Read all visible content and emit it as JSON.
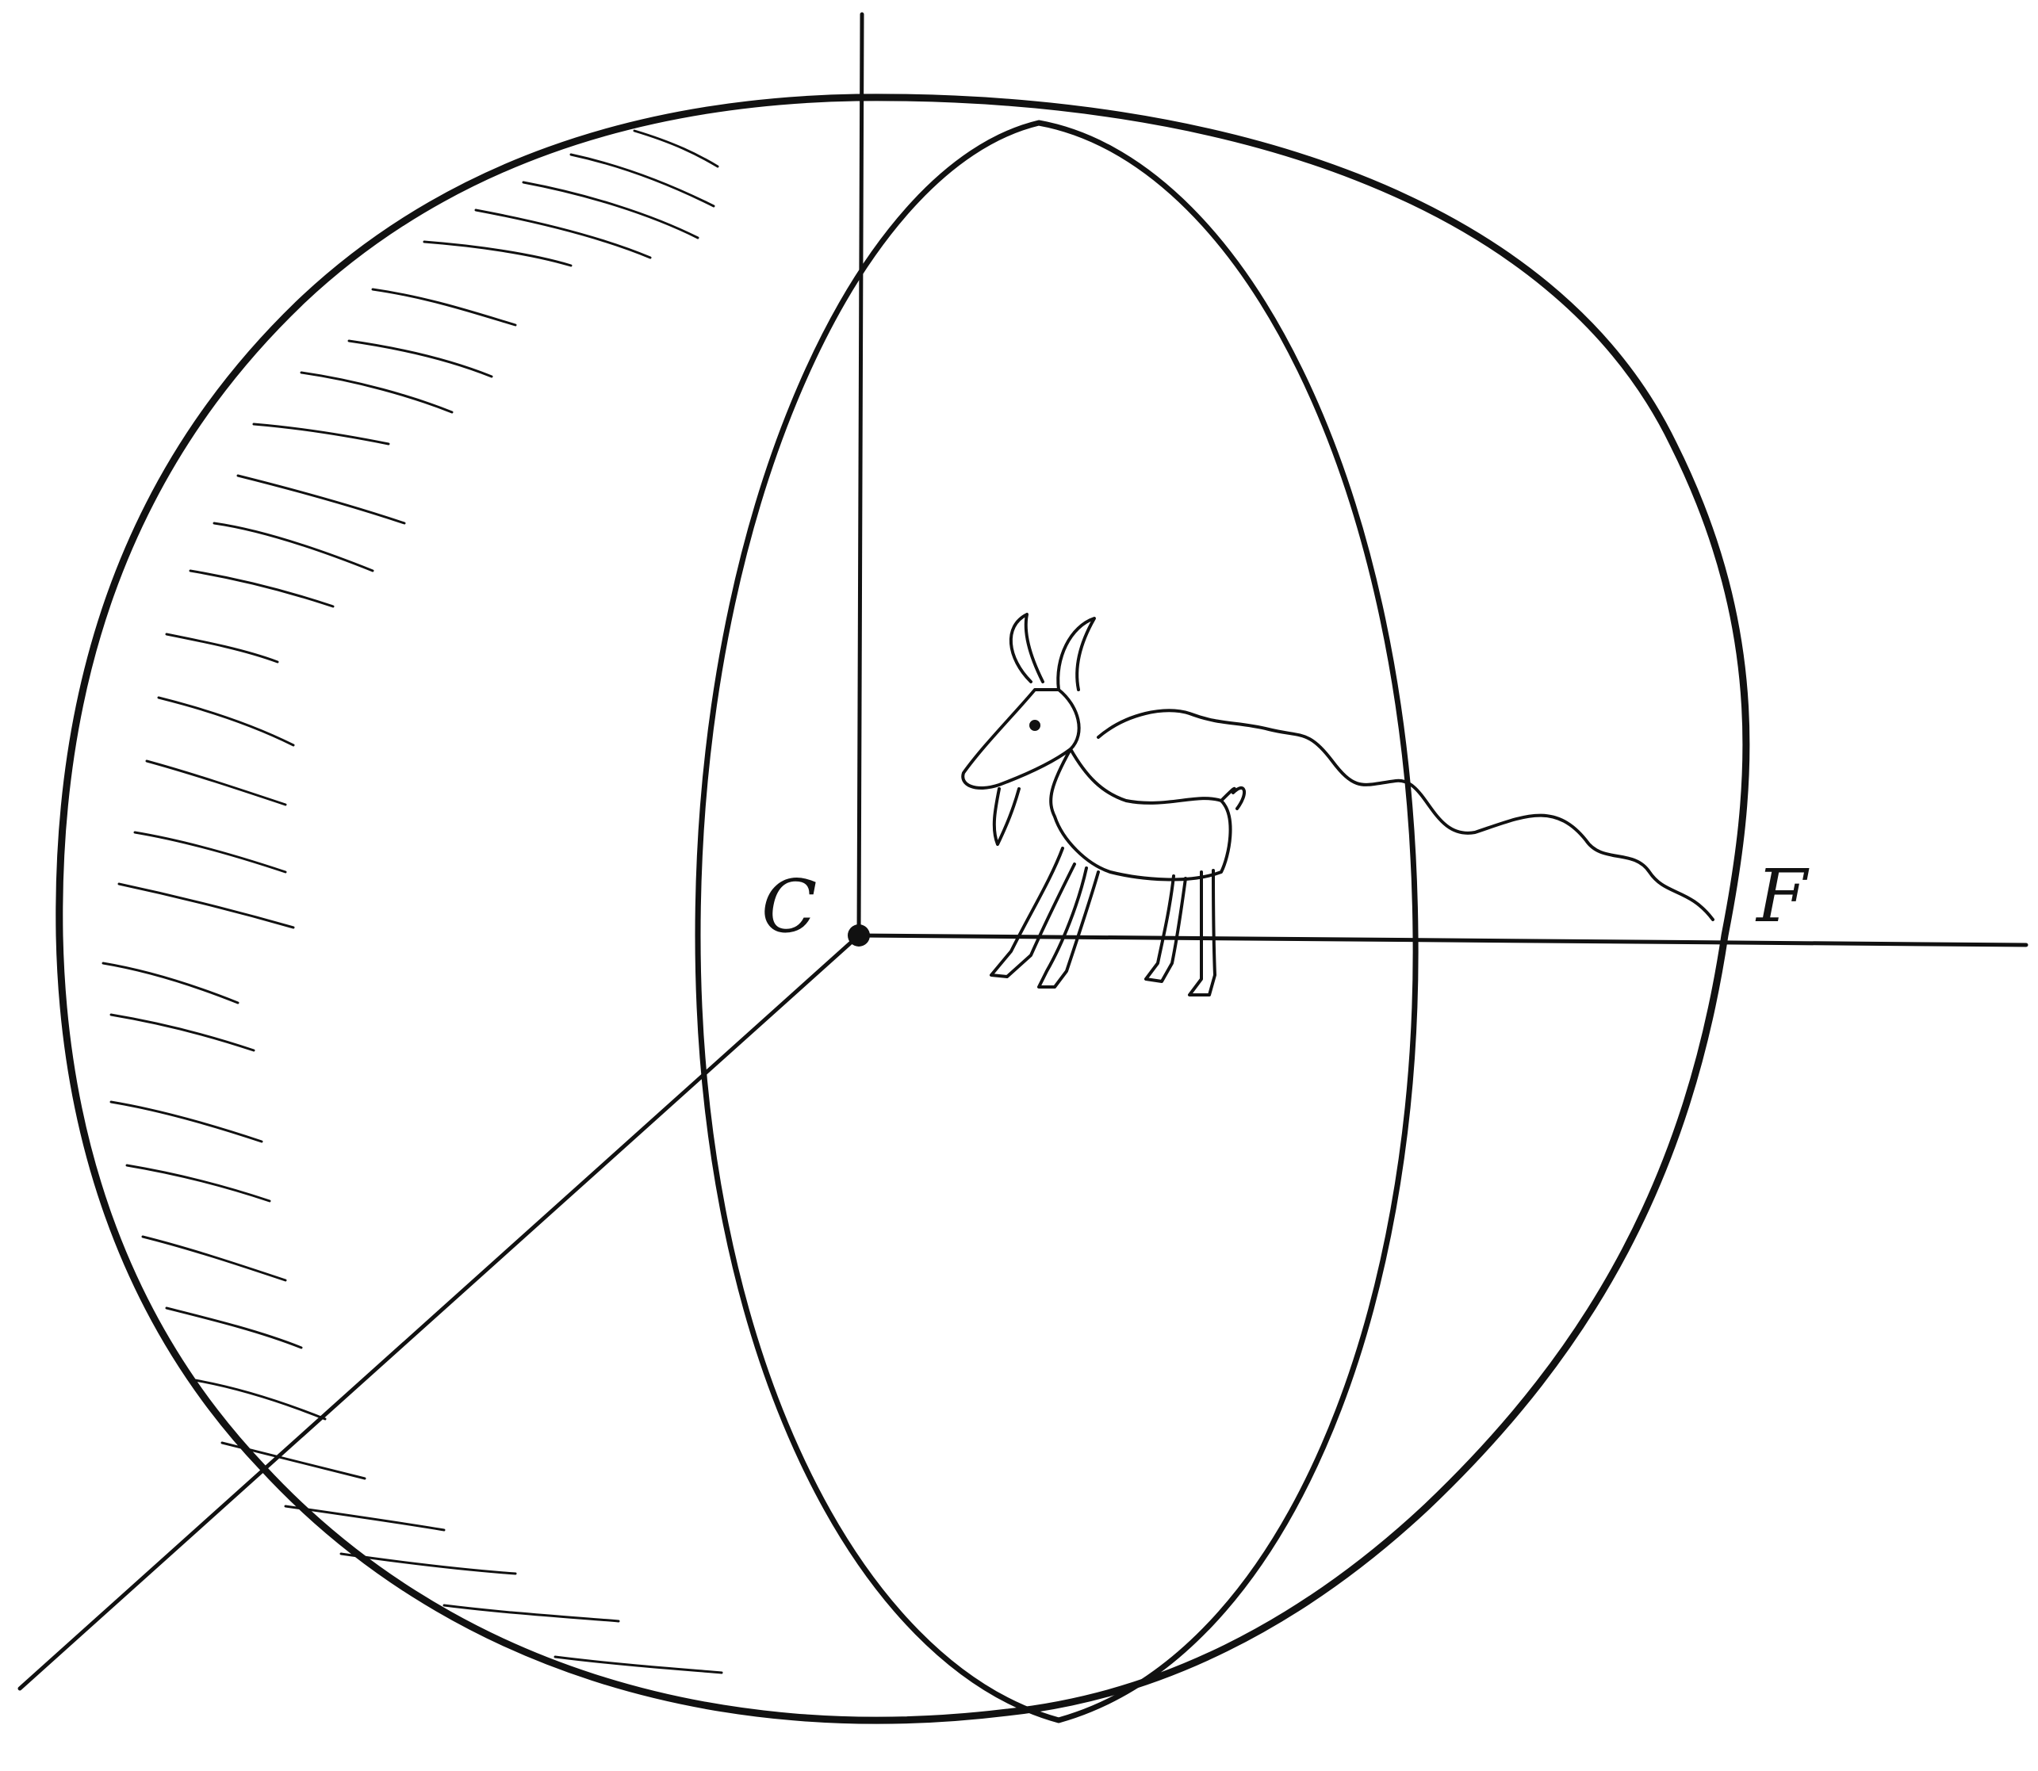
{
  "labels": {
    "center": "C",
    "point": "F"
  },
  "colors": {
    "ink": "#111111",
    "background": "#ffffff"
  },
  "figure": {
    "subject": "goat",
    "style": "pen-and-ink line drawing"
  }
}
